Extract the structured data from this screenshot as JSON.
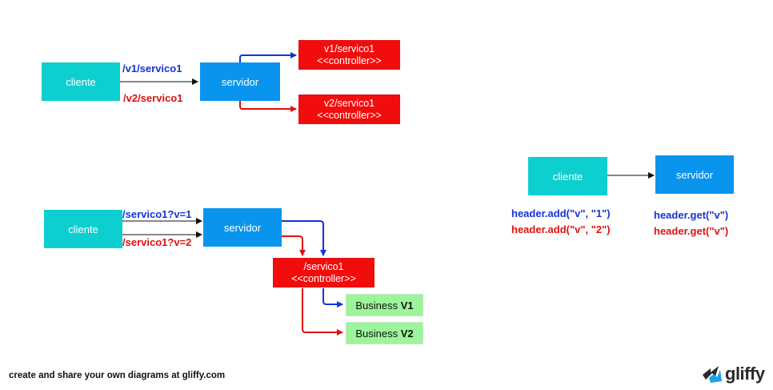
{
  "diagram1": {
    "client": "cliente",
    "server": "servidor",
    "route_v1": "/v1/servico1",
    "route_v2": "/v2/servico1",
    "controller_v1": {
      "line1": "v1/servico1",
      "line2": "<<controller>>"
    },
    "controller_v2": {
      "line1": "v2/servico1",
      "line2": "<<controller>>"
    }
  },
  "diagram2": {
    "client": "cliente",
    "server": "servidor",
    "route_v1": "/servico1?v=1",
    "route_v2": "/servico1?v=2",
    "controller": {
      "line1": "/servico1",
      "line2": "<<controller>>"
    },
    "business_v1": {
      "prefix": "Business ",
      "version": "V1"
    },
    "business_v2": {
      "prefix": "Business ",
      "version": "V2"
    }
  },
  "diagram3": {
    "client": "cliente",
    "server": "servidor",
    "client_header_v1": "header.add(\"v\", \"1\")",
    "client_header_v2": "header.add(\"v\", \"2\")",
    "server_header_v1": "header.get(\"v\")",
    "server_header_v2": "header.get(\"v\")"
  },
  "footer": "create and share your own diagrams at gliffy.com",
  "logo": {
    "text": "gliffy",
    "icon": "gliffy-logo-icon"
  },
  "colors": {
    "blue_route": "#1533d8",
    "red_route": "#e01010",
    "client": "#0ecfcf",
    "server": "#0995ee",
    "controller": "#f20d0d",
    "business": "#9cf59a"
  }
}
